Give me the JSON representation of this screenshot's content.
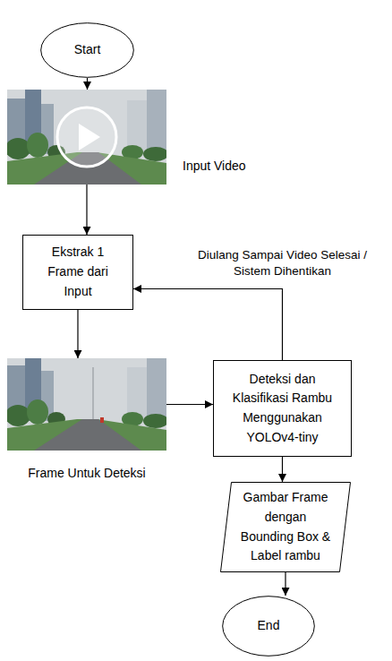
{
  "diagram": {
    "nodes": [
      {
        "text": [
          "Start"
        ]
      },
      {
        "text": [
          "Input Video"
        ]
      },
      {
        "text": [
          "Ekstrak 1 Frame dari Input"
        ]
      },
      {
        "text": [
          "Frame Untuk Deteksi"
        ]
      },
      {
        "text": [
          "Deteksi dan Klasifikasi Rambu Menggunakan YOLOv4-tiny"
        ]
      },
      {
        "text": [
          "Gambar Frame dengan Bounding Box & Label rambu"
        ]
      },
      {
        "text": [
          "End"
        ]
      }
    ],
    "edges": [
      {
        "from": 0,
        "to": 1,
        "arrow": "to"
      },
      {
        "from": 1,
        "to": 2,
        "arrow": "to"
      },
      {
        "from": 2,
        "to": 3,
        "arrow": "to"
      },
      {
        "from": 3,
        "to": 4,
        "arrow": "to"
      },
      {
        "from": 4,
        "to": 2,
        "label": "Diulang Sampai Video Selesai / Sistem Dihentikan",
        "arrow": "to"
      },
      {
        "from": 4,
        "to": 5,
        "arrow": "to"
      },
      {
        "from": 5,
        "to": 6,
        "arrow": "to"
      }
    ]
  }
}
